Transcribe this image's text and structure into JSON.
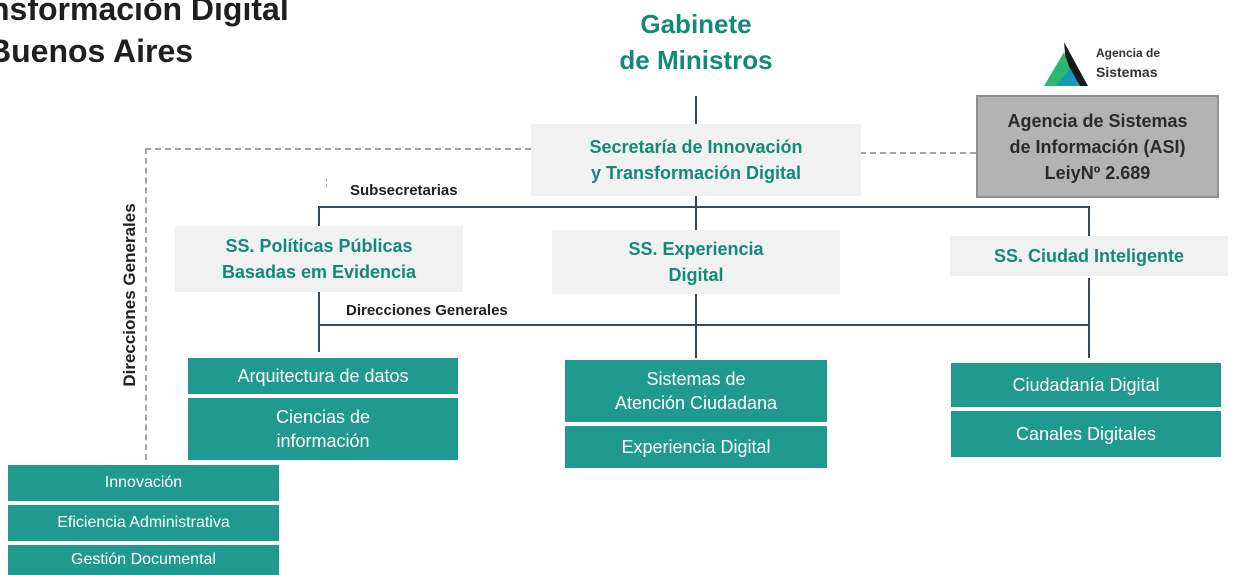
{
  "title": {
    "line1": "nsformación Digital",
    "line2": "Buenos Aires"
  },
  "top_node": {
    "line1": "Gabinete",
    "line2": "de Ministros"
  },
  "logo": {
    "line1": "Agencia de",
    "line2": "Sistemas",
    "icon": "triangle-logo-icon"
  },
  "secretaria": {
    "line1": "Secretaría de Innovación",
    "line2": "y Transformación Digital"
  },
  "agencia": {
    "line1": "Agencia de Sistemas",
    "line2": "de Información (ASI)",
    "line3": "LeiyNº 2.689"
  },
  "labels": {
    "subsecretarias": "Subsecretarias",
    "direcciones_generales": "Direcciones Generales",
    "direcciones_generales_vertical": "Direcciones Generales"
  },
  "subsecretarias": [
    {
      "line1": "SS. Políticas Públicas",
      "line2": "Basadas em Evidencia"
    },
    {
      "line1": "SS. Experiencia",
      "line2": "Digital"
    },
    {
      "line1": "SS. Ciudad Inteligente"
    }
  ],
  "direcciones": {
    "left": [
      {
        "label": "Arquitectura de datos"
      },
      {
        "line1": "Ciencias de",
        "line2": "información"
      }
    ],
    "middle": [
      {
        "line1": "Sistemas de",
        "line2": "Atención Ciudadana"
      },
      {
        "label": "Experiencia Digital"
      }
    ],
    "right": [
      {
        "label": "Ciudadanía Digital"
      },
      {
        "label": "Canales Digitales"
      }
    ]
  },
  "direcciones_secretaria": [
    "Innovación",
    "Eficiencia Administrativa",
    "Gestión Documental"
  ],
  "colors": {
    "teal": "#209a8e",
    "teal_text": "#138a78",
    "grey_box": "#f1f1f1",
    "dark_box": "#b3b3b3"
  }
}
